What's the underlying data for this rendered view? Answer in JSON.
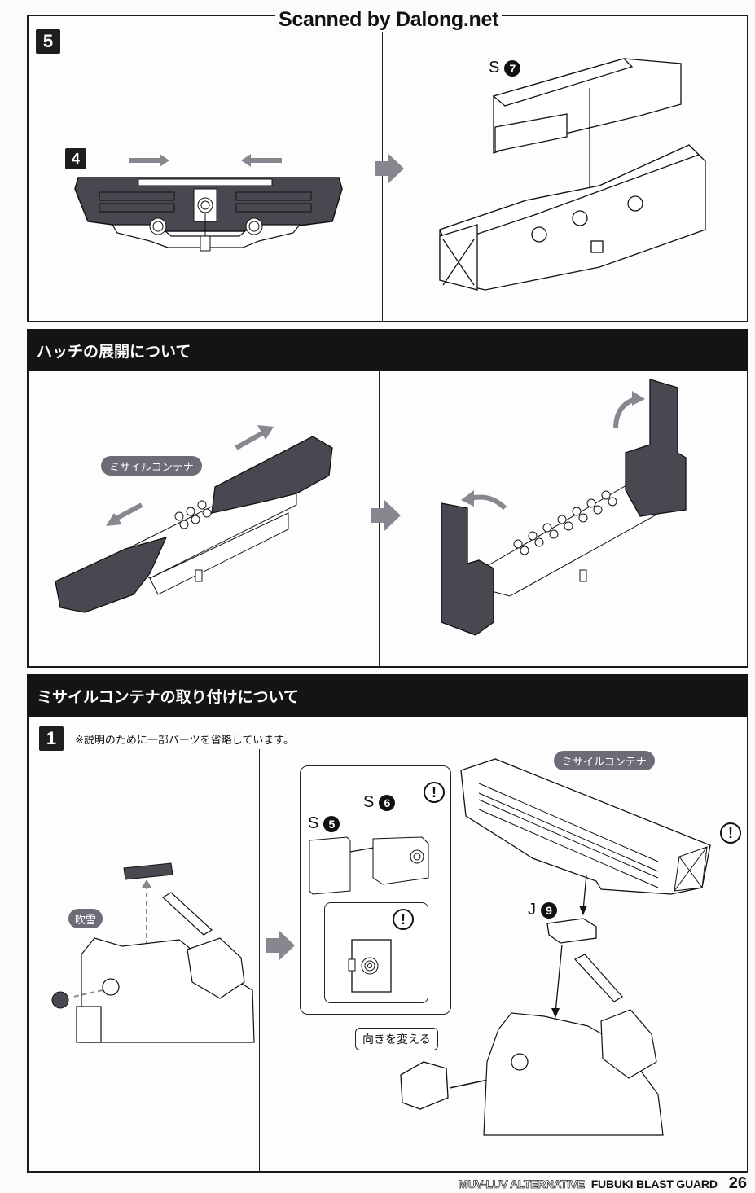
{
  "watermark": "Scanned by Dalong.net",
  "step5": {
    "badge": "5",
    "sub_badge": "4",
    "part_label": {
      "letter": "S",
      "number": "7"
    }
  },
  "hatch_section": {
    "header": "ハッチの展開について",
    "pill_label": "ミサイルコンテナ"
  },
  "attach_section": {
    "header": "ミサイルコンテナの取り付けについて",
    "step_badge": "1",
    "note": "※説明のために一部パーツを省略しています。",
    "pill_fubuki": "吹雪",
    "pill_container": "ミサイルコンテナ",
    "part_s5": {
      "letter": "S",
      "number": "5"
    },
    "part_s6": {
      "letter": "S",
      "number": "6"
    },
    "part_j9": {
      "letter": "J",
      "number": "9"
    },
    "rotate_label": "向きを変える",
    "warning_glyph": "!"
  },
  "footer": {
    "series": "MUV-LUV ALTERNATIVE",
    "title": "FUBUKI BLAST GUARD",
    "page": "26"
  },
  "colors": {
    "dark_part": "#4a4750",
    "header_bg": "#141414",
    "pill_bg": "#6e6a76",
    "arrow_gray": "#8a8690"
  }
}
